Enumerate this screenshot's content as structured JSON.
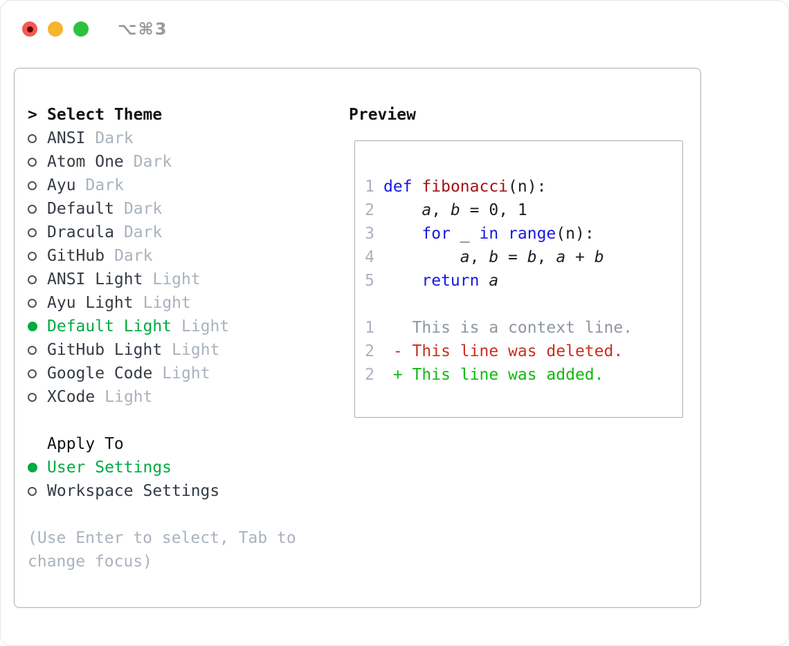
{
  "titlebar": {
    "shortcut": "⌥⌘3"
  },
  "colors": {
    "accent_green": "#00ab41",
    "keyword_blue": "#1717e6",
    "function_red": "#a31212",
    "deleted_red": "#c92e1d",
    "added_green": "#0eb90e",
    "muted_gray": "#a9b2bd",
    "traffic_red": "#f35b51",
    "traffic_yellow": "#f5b52f",
    "traffic_green": "#2ec140"
  },
  "theme_list": {
    "header_prefix": ">",
    "header": "Select Theme",
    "items": [
      {
        "name": "ANSI",
        "variant": "Dark",
        "selected": false
      },
      {
        "name": "Atom One",
        "variant": "Dark",
        "selected": false
      },
      {
        "name": "Ayu",
        "variant": "Dark",
        "selected": false
      },
      {
        "name": "Default",
        "variant": "Dark",
        "selected": false
      },
      {
        "name": "Dracula",
        "variant": "Dark",
        "selected": false
      },
      {
        "name": "GitHub",
        "variant": "Dark",
        "selected": false
      },
      {
        "name": "ANSI Light",
        "variant": "Light",
        "selected": false
      },
      {
        "name": "Ayu Light",
        "variant": "Light",
        "selected": false
      },
      {
        "name": "Default Light",
        "variant": "Light",
        "selected": true
      },
      {
        "name": "GitHub Light",
        "variant": "Light",
        "selected": false
      },
      {
        "name": "Google Code",
        "variant": "Light",
        "selected": false
      },
      {
        "name": "XCode",
        "variant": "Light",
        "selected": false
      }
    ]
  },
  "apply_to": {
    "header": "Apply To",
    "options": [
      {
        "label": "User Settings",
        "selected": true
      },
      {
        "label": "Workspace Settings",
        "selected": false
      }
    ]
  },
  "hint": {
    "line1": "(Use Enter to select, Tab to",
    "line2": "change focus)"
  },
  "preview": {
    "header": "Preview",
    "code_lines": [
      {
        "num": "1",
        "segs": [
          {
            "t": "def",
            "s": "kw"
          },
          {
            "t": " ",
            "s": "pl"
          },
          {
            "t": "fibonacci",
            "s": "fn"
          },
          {
            "t": "(n):",
            "s": "pl"
          }
        ]
      },
      {
        "num": "2",
        "segs": [
          {
            "t": "    ",
            "s": "pl"
          },
          {
            "t": "a",
            "s": "v"
          },
          {
            "t": ", ",
            "s": "pl"
          },
          {
            "t": "b",
            "s": "v"
          },
          {
            "t": " = 0, 1",
            "s": "pl"
          }
        ]
      },
      {
        "num": "3",
        "segs": [
          {
            "t": "    ",
            "s": "pl"
          },
          {
            "t": "for",
            "s": "kw"
          },
          {
            "t": " _ ",
            "s": "pl"
          },
          {
            "t": "in",
            "s": "kw"
          },
          {
            "t": " ",
            "s": "pl"
          },
          {
            "t": "range",
            "s": "kw"
          },
          {
            "t": "(n):",
            "s": "pl"
          }
        ]
      },
      {
        "num": "4",
        "segs": [
          {
            "t": "        ",
            "s": "pl"
          },
          {
            "t": "a",
            "s": "v"
          },
          {
            "t": ", ",
            "s": "pl"
          },
          {
            "t": "b",
            "s": "v"
          },
          {
            "t": " = ",
            "s": "pl"
          },
          {
            "t": "b",
            "s": "v"
          },
          {
            "t": ", ",
            "s": "pl"
          },
          {
            "t": "a",
            "s": "v"
          },
          {
            "t": " + ",
            "s": "pl"
          },
          {
            "t": "b",
            "s": "v"
          }
        ]
      },
      {
        "num": "5",
        "segs": [
          {
            "t": "    ",
            "s": "pl"
          },
          {
            "t": "return",
            "s": "kw"
          },
          {
            "t": " ",
            "s": "pl"
          },
          {
            "t": "a",
            "s": "v"
          }
        ]
      }
    ],
    "diff_lines": [
      {
        "num": "1",
        "kind": "context",
        "text": "   This is a context line."
      },
      {
        "num": "2",
        "kind": "deleted",
        "text": " - This line was deleted."
      },
      {
        "num": "2",
        "kind": "added",
        "text": " + This line was added."
      }
    ]
  }
}
